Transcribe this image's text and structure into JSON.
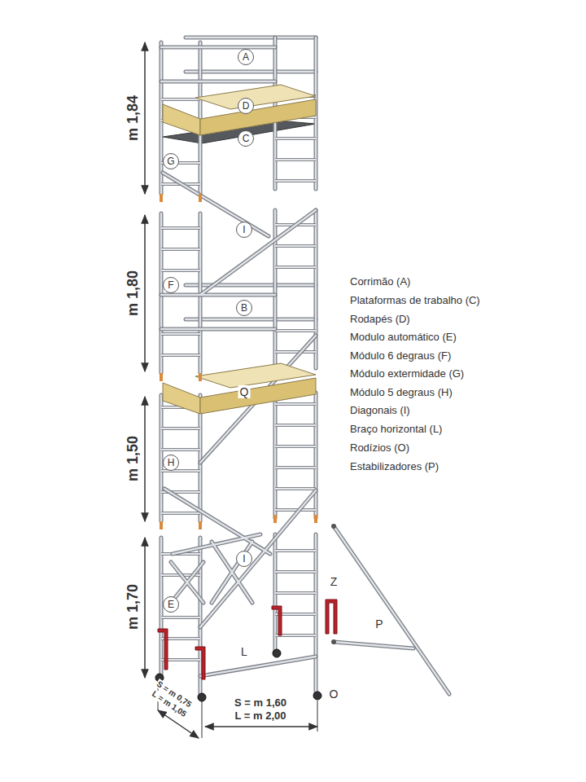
{
  "diagram": {
    "labels": [
      "m 1,84",
      "m 1,80",
      "m 1,50",
      "m 1,70",
      "A",
      "D",
      "C",
      "G",
      "I",
      "F",
      "B",
      "Q",
      "H",
      "I",
      "E",
      "L",
      "Z",
      "P",
      "O",
      "Corrimão (A)",
      "Plataformas de trabalho (C)",
      "Rodapés (D)",
      "Modulo automático (E)",
      "Módulo 6 degraus (F)",
      "Módulo extermidade (G)",
      "Módulo 5 degraus (H)",
      "Diagonais (I)",
      "Braço horizontal (L)",
      "Rodízios (O)",
      "Estabilizadores (P)",
      "S = m 0,75",
      "L = m 1,05",
      "S = m 1,60",
      "L = m 2,00"
    ]
  }
}
